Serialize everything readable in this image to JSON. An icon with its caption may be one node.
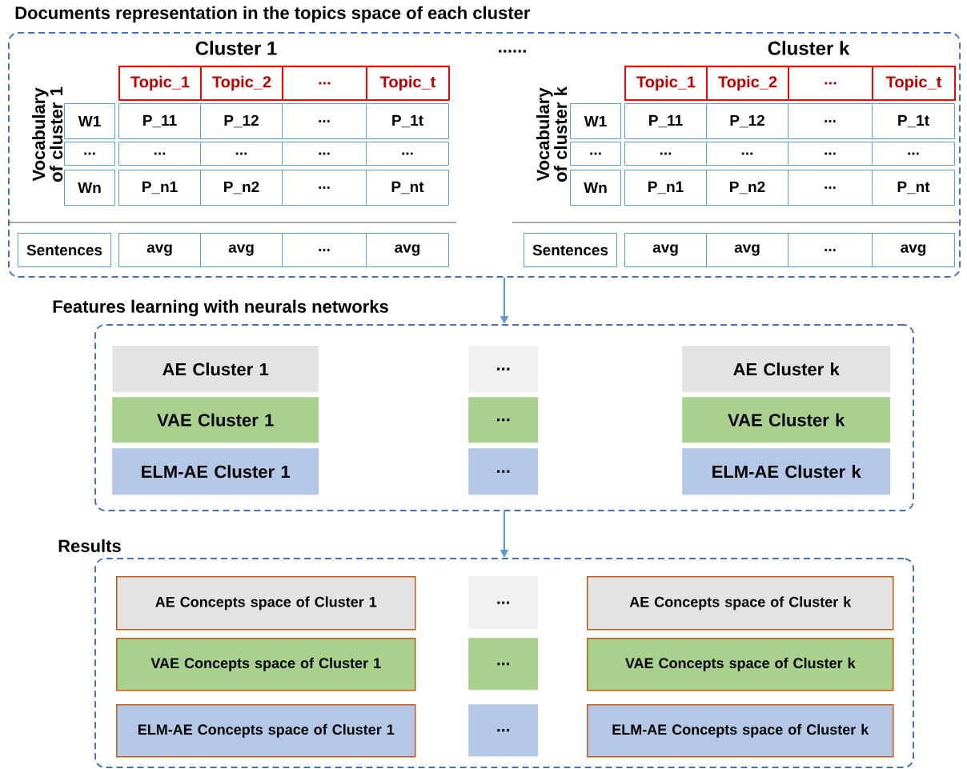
{
  "diagram": {
    "nodes": [
      {
        "text": [
          "Documents representation in the topics space of each cluster"
        ]
      },
      {
        "text": [
          "Topic_1"
        ],
        "in": 0
      },
      {
        "text": [
          "Topic_2"
        ],
        "in": 0
      },
      {
        "text": [
          "..."
        ],
        "in": 0
      },
      {
        "text": [
          "Topic_t"
        ],
        "in": 0
      },
      {
        "text": [
          "W1"
        ],
        "in": 0
      },
      {
        "text": [
          "P_11"
        ],
        "in": 0
      },
      {
        "text": [
          "P_12"
        ],
        "in": 0
      },
      {
        "text": [
          "..."
        ],
        "in": 0
      },
      {
        "text": [
          "P_1t"
        ],
        "in": 0
      },
      {
        "text": [
          "..."
        ],
        "in": 0
      },
      {
        "text": [
          "..."
        ],
        "in": 0
      },
      {
        "text": [
          "..."
        ],
        "in": 0
      },
      {
        "text": [
          "..."
        ],
        "in": 0
      },
      {
        "text": [
          "..."
        ],
        "in": 0
      },
      {
        "text": [
          "Wn"
        ],
        "in": 0
      },
      {
        "text": [
          "P_n1"
        ],
        "in": 0
      },
      {
        "text": [
          "P_n2"
        ],
        "in": 0
      },
      {
        "text": [
          "..."
        ],
        "in": 0
      },
      {
        "text": [
          "P_nt"
        ],
        "in": 0
      },
      {
        "text": [
          "Sentences"
        ],
        "in": 0
      },
      {
        "text": [
          "avg"
        ],
        "in": 0
      },
      {
        "text": [
          "avg"
        ],
        "in": 0
      },
      {
        "text": [
          "..."
        ],
        "in": 0
      },
      {
        "text": [
          "avg"
        ],
        "in": 0
      },
      {
        "text": [
          "Topic_1"
        ],
        "in": 0
      },
      {
        "text": [
          "Topic_2"
        ],
        "in": 0
      },
      {
        "text": [
          "..."
        ],
        "in": 0
      },
      {
        "text": [
          "Topic_t"
        ],
        "in": 0
      },
      {
        "text": [
          "W1"
        ],
        "in": 0
      },
      {
        "text": [
          "P_11"
        ],
        "in": 0
      },
      {
        "text": [
          "P_12"
        ],
        "in": 0
      },
      {
        "text": [
          "..."
        ],
        "in": 0
      },
      {
        "text": [
          "P_1t"
        ],
        "in": 0
      },
      {
        "text": [
          "..."
        ],
        "in": 0
      },
      {
        "text": [
          "..."
        ],
        "in": 0
      },
      {
        "text": [
          "..."
        ],
        "in": 0
      },
      {
        "text": [
          "..."
        ],
        "in": 0
      },
      {
        "text": [
          "..."
        ],
        "in": 0
      },
      {
        "text": [
          "Wn"
        ],
        "in": 0
      },
      {
        "text": [
          "P_n1"
        ],
        "in": 0
      },
      {
        "text": [
          "P_n2"
        ],
        "in": 0
      },
      {
        "text": [
          "..."
        ],
        "in": 0
      },
      {
        "text": [
          "P_nt"
        ],
        "in": 0
      },
      {
        "text": [
          "Sentences"
        ],
        "in": 0
      },
      {
        "text": [
          "avg"
        ],
        "in": 0
      },
      {
        "text": [
          "avg"
        ],
        "in": 0
      },
      {
        "text": [
          "..."
        ],
        "in": 0
      },
      {
        "text": [
          "avg"
        ],
        "in": 0
      },
      {
        "text": [
          "Features learning with neurals networks"
        ]
      },
      {
        "text": [
          "AE Cluster 1"
        ],
        "in": 49
      },
      {
        "text": [
          "..."
        ],
        "in": 49
      },
      {
        "text": [
          "AE Cluster k"
        ],
        "in": 49
      },
      {
        "text": [
          "VAE Cluster 1"
        ],
        "in": 49
      },
      {
        "text": [
          "..."
        ],
        "in": 49
      },
      {
        "text": [
          "VAE Cluster k"
        ],
        "in": 49
      },
      {
        "text": [
          "ELM-AE Cluster 1"
        ],
        "in": 49
      },
      {
        "text": [
          "..."
        ],
        "in": 49
      },
      {
        "text": [
          "ELM-AE Cluster k"
        ],
        "in": 49
      },
      {
        "text": [
          "Results"
        ]
      },
      {
        "text": [
          "AE Concepts space of Cluster 1"
        ],
        "in": 59
      },
      {
        "text": [
          "..."
        ],
        "in": 59
      },
      {
        "text": [
          "AE Concepts space of Cluster k"
        ],
        "in": 59
      },
      {
        "text": [
          "VAE Concepts space of Cluster 1"
        ],
        "in": 59
      },
      {
        "text": [
          "..."
        ],
        "in": 59
      },
      {
        "text": [
          "VAE Concepts space of Cluster k"
        ],
        "in": 59
      },
      {
        "text": [
          "ELM-AE Concepts space of Cluster 1"
        ],
        "in": 59
      },
      {
        "text": [
          "..."
        ],
        "in": 59
      },
      {
        "text": [
          "ELM-AE Concepts space of Cluster k"
        ],
        "in": 59
      }
    ],
    "edges": [
      {
        "from": 0,
        "to": 49,
        "arrow": "to"
      },
      {
        "from": 49,
        "to": 59,
        "arrow": "to"
      }
    ],
    "labels": [
      "Cluster 1",
      "......",
      "Cluster k",
      "Vocabulary of cluster 1",
      "Vocabulary of cluster k"
    ]
  }
}
